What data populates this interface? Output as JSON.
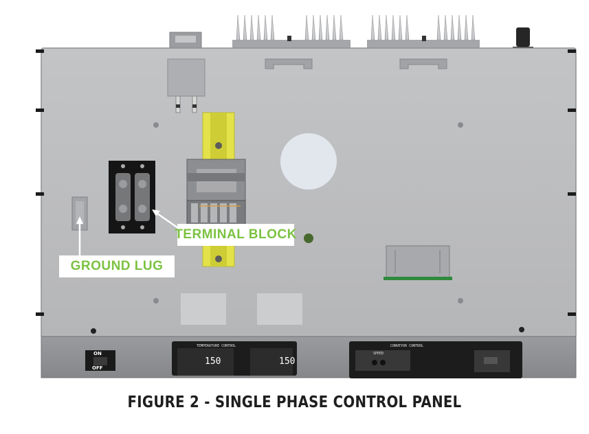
{
  "callouts": {
    "terminal_block": "TERMINAL BLOCK",
    "ground_lug": "GROUND LUG"
  },
  "controls": {
    "power_on": "ON",
    "power_off": "OFF",
    "temperature_title": "TEMPERATURE CONTROL",
    "display_1": "150",
    "display_2": "150",
    "conveyor_title": "CONVEYOR CONTROL",
    "speed_label": "SPEED"
  },
  "caption": "FIGURE 2 - SINGLE PHASE CONTROL PANEL",
  "colors": {
    "callout_green": "#7cc242",
    "panel_gray": "#b9babc",
    "din_rail_yellow": "#e3e24a"
  }
}
